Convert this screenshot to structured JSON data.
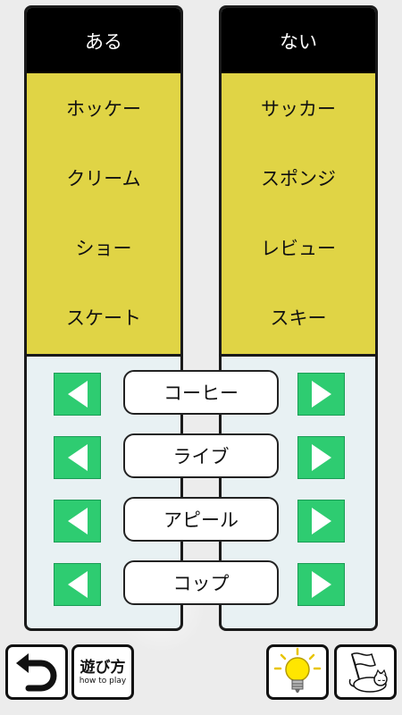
{
  "columns": {
    "left": {
      "header": "ある",
      "items": [
        "ホッケー",
        "クリーム",
        "ショー",
        "スケート"
      ]
    },
    "right": {
      "header": "ない",
      "items": [
        "サッカー",
        "スポンジ",
        "レビュー",
        "スキー"
      ]
    }
  },
  "candidates": [
    "コーヒー",
    "ライブ",
    "アピール",
    "コップ"
  ],
  "toolbar": {
    "undo_icon": "undo-arrow-icon",
    "howto_label": "遊び方",
    "howto_sub": "how to play",
    "hint_icon": "lightbulb-icon",
    "surrender_icon": "sleeping-cat-white-flag-icon"
  },
  "colors": {
    "header_bg": "#000000",
    "list_bg": "#e0d445",
    "panel_bg": "#e8f1f3",
    "arrow_green": "#2ecc71"
  }
}
